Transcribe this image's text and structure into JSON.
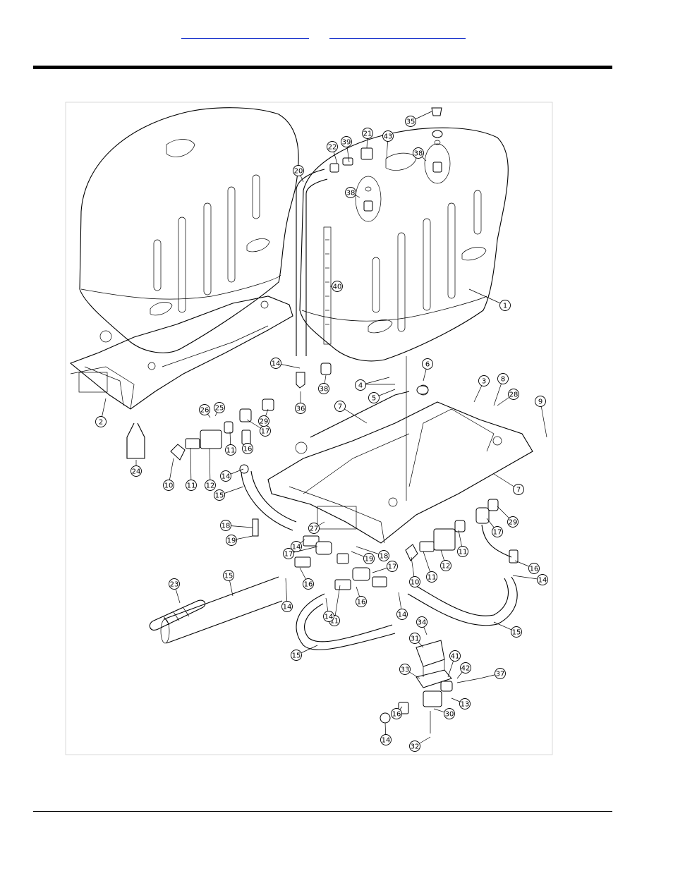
{
  "header": {
    "links": [
      {
        "text": ""
      },
      {
        "text": ""
      }
    ]
  },
  "callouts": [
    {
      "num": "1"
    },
    {
      "num": "2"
    },
    {
      "num": "3"
    },
    {
      "num": "4"
    },
    {
      "num": "5"
    },
    {
      "num": "6"
    },
    {
      "num": "7"
    },
    {
      "num": "7"
    },
    {
      "num": "8"
    },
    {
      "num": "9"
    },
    {
      "num": "10"
    },
    {
      "num": "10"
    },
    {
      "num": "11"
    },
    {
      "num": "11"
    },
    {
      "num": "11"
    },
    {
      "num": "11"
    },
    {
      "num": "11"
    },
    {
      "num": "12"
    },
    {
      "num": "12"
    },
    {
      "num": "13"
    },
    {
      "num": "14"
    },
    {
      "num": "14"
    },
    {
      "num": "14"
    },
    {
      "num": "14"
    },
    {
      "num": "14"
    },
    {
      "num": "14"
    },
    {
      "num": "14"
    },
    {
      "num": "14"
    },
    {
      "num": "15"
    },
    {
      "num": "15"
    },
    {
      "num": "15"
    },
    {
      "num": "15"
    },
    {
      "num": "16"
    },
    {
      "num": "16"
    },
    {
      "num": "16"
    },
    {
      "num": "16"
    },
    {
      "num": "16"
    },
    {
      "num": "17"
    },
    {
      "num": "17"
    },
    {
      "num": "17"
    },
    {
      "num": "17"
    },
    {
      "num": "18"
    },
    {
      "num": "18"
    },
    {
      "num": "19"
    },
    {
      "num": "19"
    },
    {
      "num": "20"
    },
    {
      "num": "21"
    },
    {
      "num": "22"
    },
    {
      "num": "23"
    },
    {
      "num": "24"
    },
    {
      "num": "25"
    },
    {
      "num": "26"
    },
    {
      "num": "27"
    },
    {
      "num": "28"
    },
    {
      "num": "29"
    },
    {
      "num": "29"
    },
    {
      "num": "30"
    },
    {
      "num": "31"
    },
    {
      "num": "32"
    },
    {
      "num": "33"
    },
    {
      "num": "34"
    },
    {
      "num": "35"
    },
    {
      "num": "36"
    },
    {
      "num": "37"
    },
    {
      "num": "38"
    },
    {
      "num": "38"
    },
    {
      "num": "38"
    },
    {
      "num": "39"
    },
    {
      "num": "40"
    },
    {
      "num": "41"
    },
    {
      "num": "42"
    },
    {
      "num": "43"
    }
  ]
}
